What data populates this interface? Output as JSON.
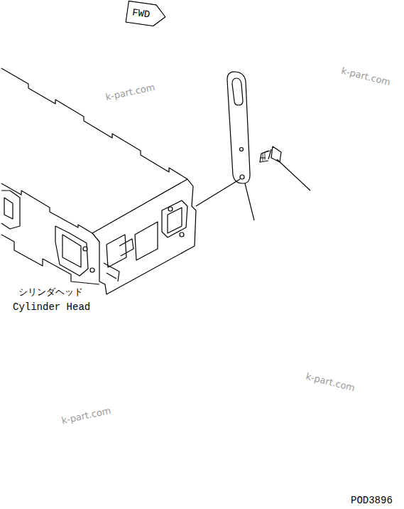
{
  "diagram": {
    "nodes": [
      {
        "text": [
          "FWD"
        ]
      }
    ],
    "labels": [
      "k-part.com",
      "k-part.com",
      "シリンダヘッド",
      "Cylinder Head",
      "k-part.com",
      "k-part.com",
      "POD3896"
    ]
  }
}
